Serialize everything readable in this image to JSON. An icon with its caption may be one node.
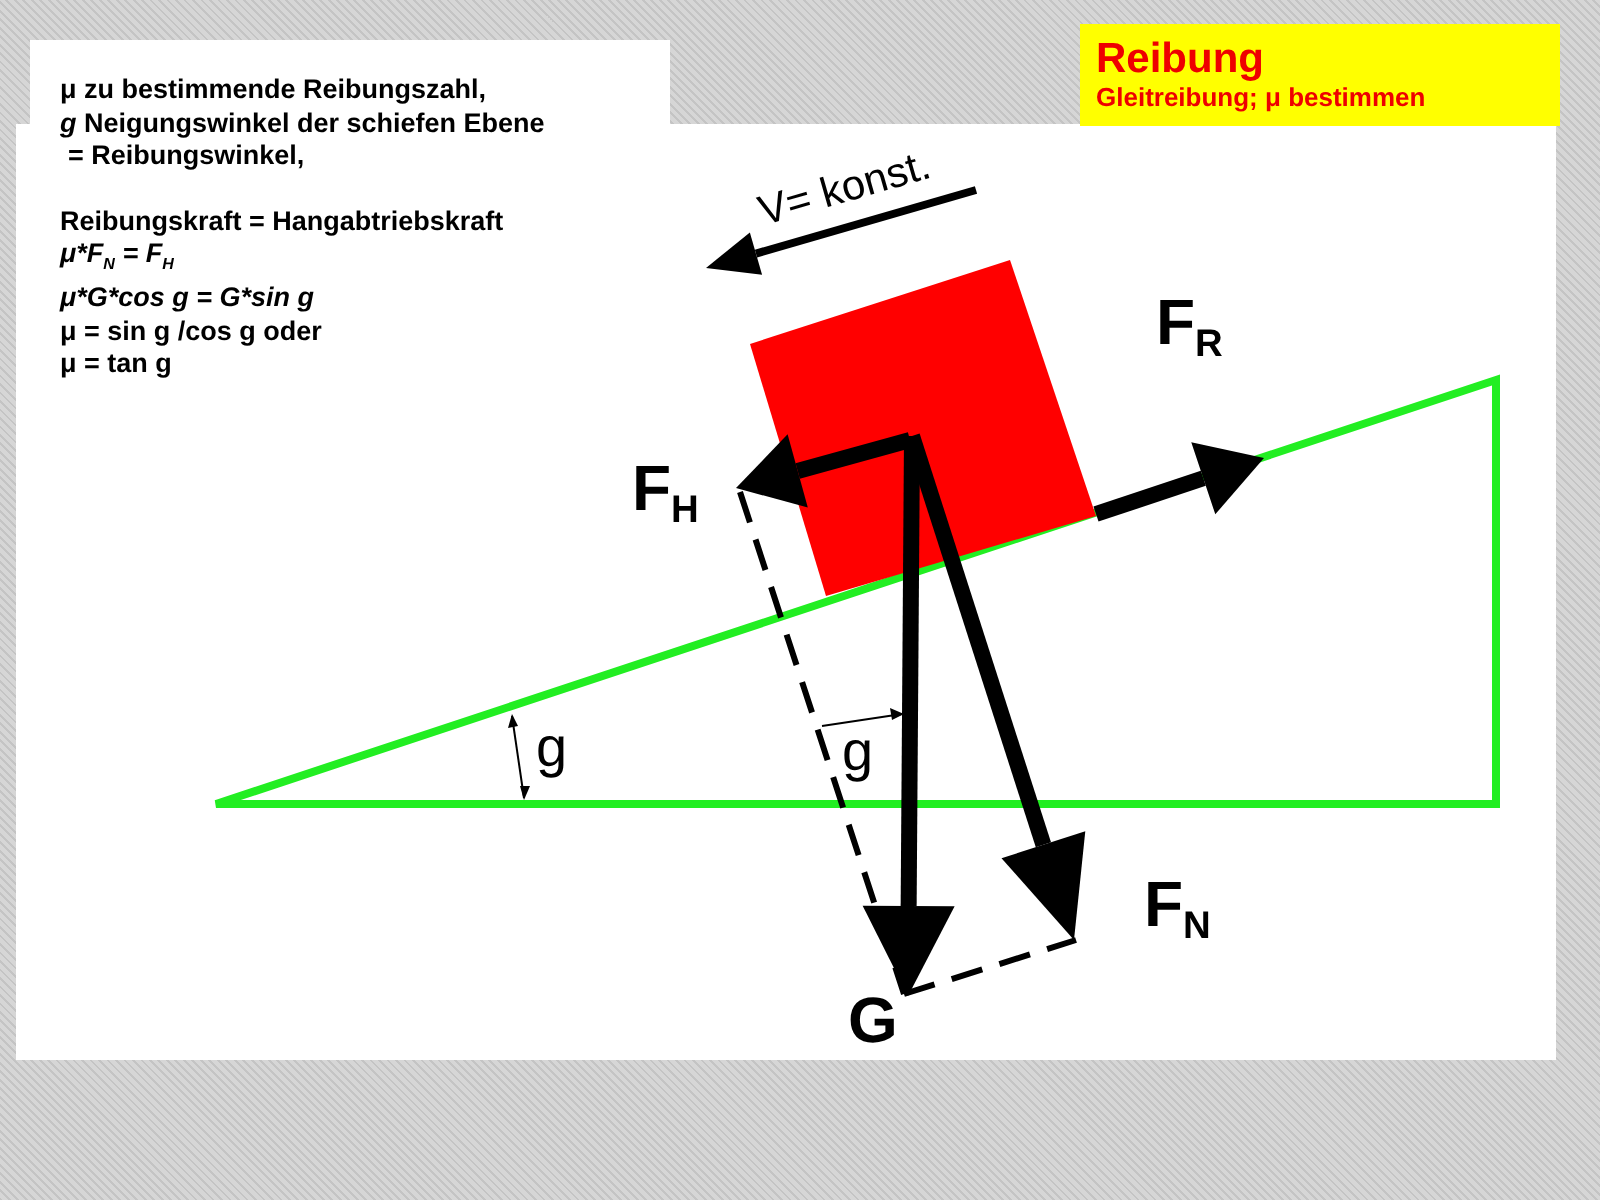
{
  "diagram": {
    "nodes": [
      {
        "text": [
          "Reibung",
          "Gleitreibung; μ bestimmen"
        ]
      },
      {
        "text": [
          "μ zu bestimmende Reibungszahl,",
          "*g* Neigungswinkel der schiefen Ebene",
          "= Reibungswinkel,",
          "Reibungskraft = Hangabtriebskraft",
          "μ*F$_{N}$ = F$_{H}$",
          "μ*G*cos g = G*sin g",
          "μ = sin g /cos g oder",
          "μ = tan g"
        ]
      }
    ],
    "labels": [
      "V= konst.",
      "F$_{R}$",
      "F$_{H}$",
      "g",
      "g",
      "F$_{N}$",
      "G"
    ]
  }
}
